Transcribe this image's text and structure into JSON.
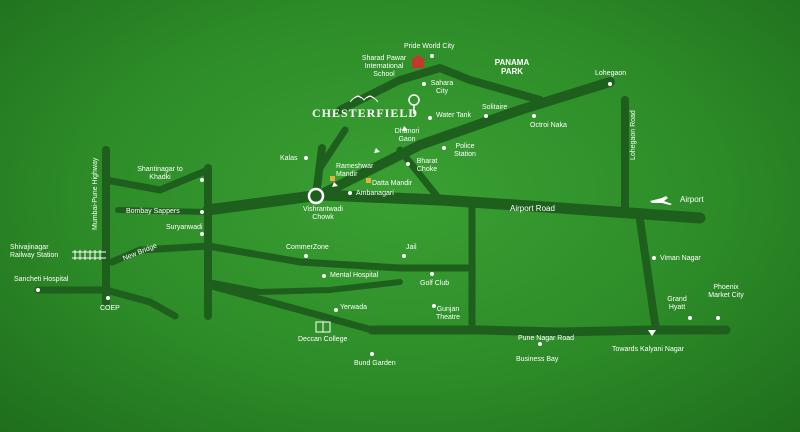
{
  "map": {
    "background_color": "#2f8f2b",
    "road_color": "#1f5f1d",
    "project_name": "CHESTERFIELD",
    "road_labels": {
      "airport_road": "Airport Road",
      "pune_nagar_road": "Pune Nagar Road",
      "lohegaon_road": "Lohegaon Road",
      "mumbai_pune_highway": "Mumbai-Pune Highway",
      "new_bridge": "New Bridge"
    },
    "places": {
      "pride_world_city": "Pride World City",
      "sharad_pawar_school": "Sharad Pawar International School",
      "panama_park": "PANAMA PARK",
      "sahara_city": "Sahara City",
      "lohegaon": "Lohegaon",
      "water_tank": "Water Tank",
      "solitaire": "Solitaire",
      "octroi_naka": "Octroi Naka",
      "dhanori_gaon": "Dhanori Gaon",
      "police_station": "Police Station",
      "kalas": "Kalas",
      "rameshwar_mandir": "Rameshwar Mandir",
      "bharat_choke": "Bharat Choke",
      "datta_mandir": "Datta Mandir",
      "ambanagari": "Ambanagari",
      "vishrantwadi_chowk": "Vishrantwadi Chowk",
      "airport": "Airport",
      "shantinagar_to_khadki": "Shantinagar to Khadki",
      "bombay_sappers": "Bombay Sappers",
      "suryanwadi": "Suryanwadi",
      "shivajinagar_railway": "Shivajinagar Railway Station",
      "sancheti_hospital": "Sancheti Hospital",
      "coep": "COEP",
      "commerzone": "CommerZone",
      "jail": "Jail",
      "mental_hospital": "Mental Hospital",
      "golf_club": "Golf Club",
      "viman_nagar": "Viman Nagar",
      "yerwada": "Yerwada",
      "gunjan_theatre": "Gunjan Theatre",
      "grand_hyatt": "Grand Hyatt",
      "phoenix_market_city": "Phoenix Market City",
      "deccan_college": "Deccan College",
      "business_bay": "Business Bay",
      "towards_kalyani_nagar": "Towards Kalyani Nagar",
      "bund_garden": "Bund Garden"
    },
    "icons": {
      "location_pin": "location-pin-icon",
      "airplane": "airplane-icon",
      "school": "school-icon",
      "railway": "railway-icon",
      "college": "book-icon"
    }
  }
}
